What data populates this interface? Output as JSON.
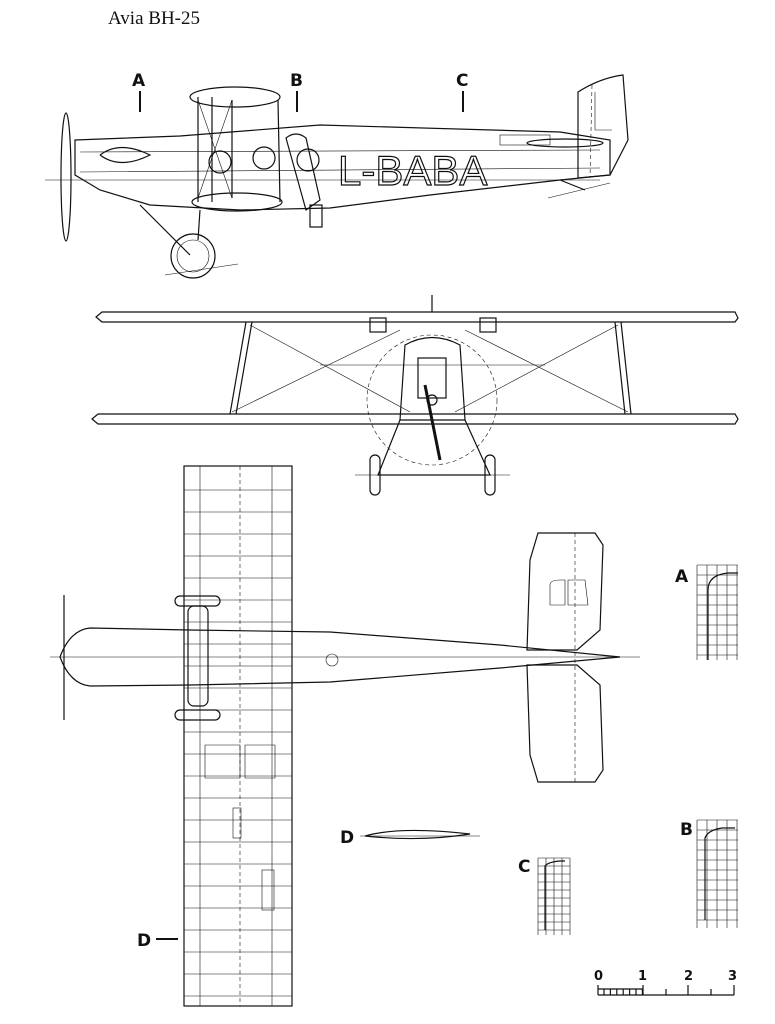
{
  "title": "Avia BH-25",
  "registration": "L-BABA",
  "section_labels": {
    "a": "A",
    "b": "B",
    "c": "C",
    "d": "D"
  },
  "scale_bar": {
    "ticks": [
      "0",
      "1",
      "2",
      "3"
    ]
  }
}
